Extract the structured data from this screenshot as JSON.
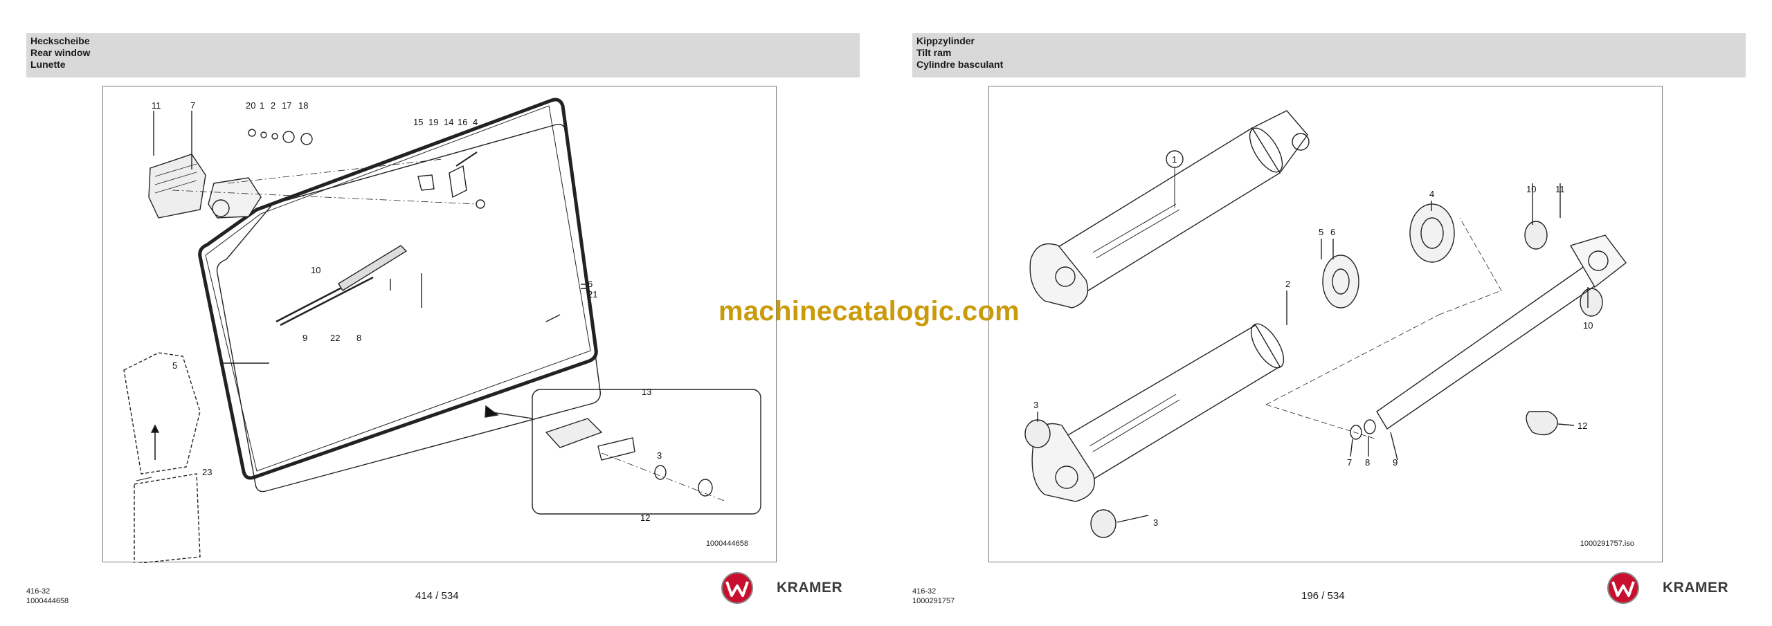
{
  "left_page": {
    "header": {
      "line1": "Heckscheibe",
      "line2": "Rear window",
      "line3": "Lunette"
    },
    "drawing_number": "1000444658",
    "footer": {
      "model": "416-32",
      "doc_id": "1000444658",
      "page": "414 / 534"
    },
    "callouts": [
      "11",
      "7",
      "20",
      "1",
      "2",
      "17",
      "18",
      "15",
      "19",
      "14",
      "16",
      "4",
      "10",
      "6",
      "21",
      "9",
      "22",
      "8",
      "5",
      "13",
      "3",
      "12",
      "23"
    ]
  },
  "right_page": {
    "header": {
      "line1": "Kippzylinder",
      "line2": "Tilt ram",
      "line3": "Cylindre basculant"
    },
    "drawing_number": "1000291757.iso",
    "footer": {
      "model": "416-32",
      "doc_id": "1000291757",
      "page": "196 / 534"
    },
    "callouts": [
      "1",
      "2",
      "3",
      "3",
      "4",
      "5",
      "6",
      "7",
      "8",
      "9",
      "10",
      "10",
      "11",
      "12"
    ]
  },
  "brand": {
    "name": "KRAMER",
    "logo_icon": "kramer-w-logo-icon",
    "accent_color": "#c8102e"
  },
  "watermark": "machinecatalogic.com"
}
